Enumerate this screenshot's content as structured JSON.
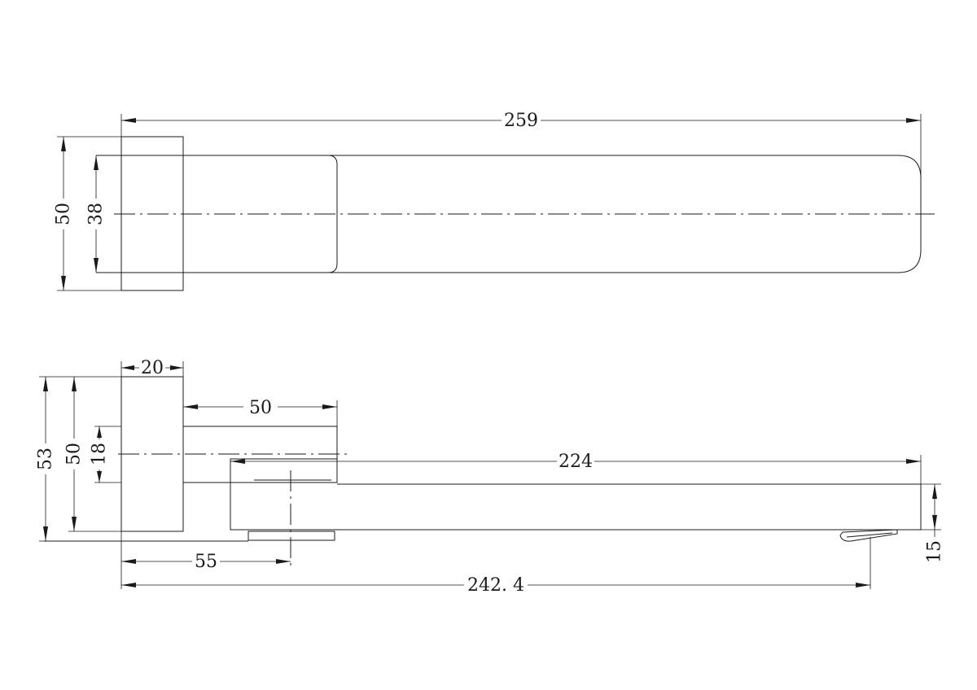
{
  "dimensions": {
    "top_length": "259",
    "top_outer_height": "50",
    "top_inner_height": "38",
    "side_plate_width": "20",
    "side_collar_length": "50",
    "side_spout_length": "224",
    "side_height_total": "53",
    "side_plate_height": "50",
    "side_collar_height": "18",
    "side_outlet_offset": "55",
    "side_outlet_reach": "242. 4",
    "side_spout_height": "15"
  }
}
